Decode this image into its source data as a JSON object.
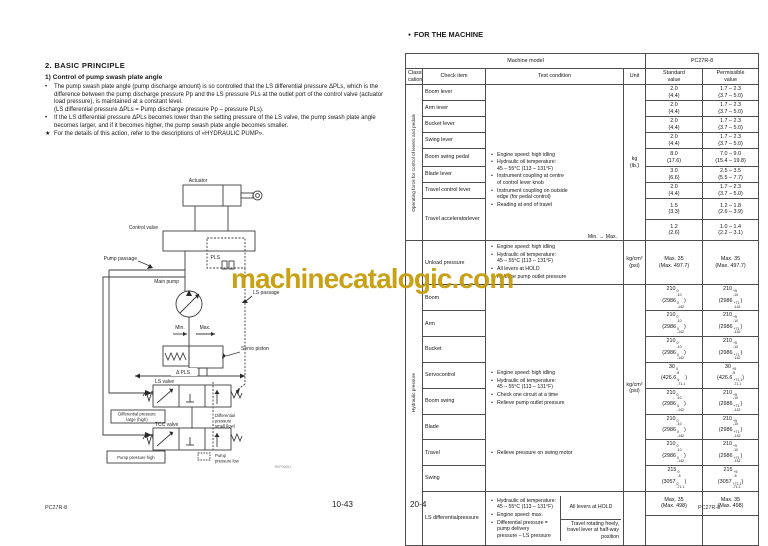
{
  "watermark": "machinecatalogic.com",
  "left_page": {
    "section_title": "2.  BASIC PRINCIPLE",
    "subsection_title": "1) Control of pump swash plate angle",
    "bullets": [
      {
        "marker": "•",
        "text": "The pump swash plate angle (pump discharge amount) is so controlled that the LS differential pressure ΔPLs, which is the difference between the pump discharge pressure Pp and the LS pressure PLs at the outlet port of the control valve (actuator load pressure), is maintained at a constant level.\n(LS differential pressure ΔPLs = Pump discharge pressure Pp – pressure PLs)."
      },
      {
        "marker": "•",
        "text": "If the LS differential pressure ΔPLs becomes lower than the setting pressure of the LS valve, the pump swash plate angle becomes larger, and if it becomes higher, the pump swash plate angle becomes smaller."
      },
      {
        "marker": "★",
        "text": "For the details of this action, refer to the descriptions of «HYDRAULIC PUMP»."
      }
    ],
    "diagram": {
      "actuator": "Actuator",
      "control_valve": "Control valve",
      "pump_passage": "Pump passage",
      "pls": "PLS",
      "main_pump": "Main pump",
      "ls_passage": "LS passage",
      "min": "Min.",
      "max": "Max.",
      "servo_piston": "Servo piston",
      "delta_pls": "Δ PLS",
      "ls_valve": "LS valve",
      "diff_large_1": "Differential pressure",
      "diff_large_2": "large (high)",
      "diff_small_1": "Differential",
      "diff_small_2": "pressure",
      "diff_small_3": "small (low)",
      "tcc_valve": "TCC valve",
      "pump_high": "Pump pressure high",
      "pump_low_1": "Pump",
      "pump_low_2": "pressure low",
      "fig_code": "RKP00651"
    },
    "footer_model": "PC27R-8",
    "footer_page": "10-43"
  },
  "right_page": {
    "heading_marker": "●",
    "heading": "FOR THE MACHINE",
    "footer_page": "20-4",
    "footer_model": "PC27R-8",
    "table": {
      "header_machine_model": "Machine model",
      "header_model_value": "PC27R-8",
      "col_headers": [
        "Classifi-\ncation",
        "Check item",
        "Test condition",
        "Unit",
        "Standard\nvalue",
        "Permissible\nvalue"
      ],
      "section1": {
        "classification": "Operating force for control of levers and pedals",
        "unit": "kg\n(lb.)",
        "conditions": [
          "Engine speed: high idling",
          "Hydraulic oil temperature:\n45 – 55°C (113 – 131°F)",
          "Instrument coupling at centre\nof control lever knob",
          "Instrument coupling on outside\nedge (for pedal control)",
          "Reading at end of travel"
        ],
        "rows": [
          {
            "item": "Boom lever",
            "std": "2.0\n(4.4)",
            "perm": "1.7 – 2.3\n(3.7 – 5.0)"
          },
          {
            "item": "Arm lever",
            "std": "2.0\n(4.4)",
            "perm": "1.7 – 2.3\n(3.7 – 5.0)"
          },
          {
            "item": "Bucket lever",
            "std": "2.0\n(4.4)",
            "perm": "1.7 – 2.3\n(3.7 – 5.0)"
          },
          {
            "item": "Swing lever",
            "std": "2.0\n(4.4)",
            "perm": "1.7 – 2.3\n(3.7 – 5.0)"
          },
          {
            "item": "Boom swing pedal",
            "std": "8.0\n(17.6)",
            "perm": "7.0 – 9.0\n(15.4 – 19.8)"
          },
          {
            "item": "Blade lever",
            "std": "3.0\n(6.6)",
            "perm": "2.5 – 3.5\n(5.5 – 7.7)"
          },
          {
            "item": "Travel control lever",
            "std": "2.0\n(4.4)",
            "perm": "1.7 – 2.3\n(3.7 – 5.0)"
          }
        ],
        "accel_row": {
          "item": "Travel accelerator\nlever",
          "sub": [
            {
              "cond": "Min. → Max.",
              "std": "1.5\n(3.3)",
              "perm": "1.2 – 1.8\n(2.6 – 3.9)"
            },
            {
              "cond": "Max. → Min.",
              "std": "1.2\n(2.6)",
              "perm": "1.0 – 1.4\n(2.2 – 3.1)"
            }
          ]
        }
      },
      "section2": {
        "classification": "Hydraulic pressure",
        "unit": "kg/cm²\n(psi)",
        "unload": {
          "item": "Unload pressure",
          "conditions": [
            "Engine speed: high idling",
            "Hydraulic oil temperature:\n45 – 55°C (113 – 131°F)",
            "All levers at HOLD",
            "Release pump outlet pressure"
          ],
          "std": "Max. 35\n(Max. 497.7)",
          "perm": "Max. 35\n(Max. 497.7)"
        },
        "relief_conditions": [
          "Engine speed: high idling",
          "Hydraulic oil temperature:\n45 – 55°C (113 – 131°F)",
          "Check one circuit at a time",
          "Relieve pump outlet pressure"
        ],
        "swing_condition": [
          "Relieve pressure on swing motor"
        ],
        "rows": [
          {
            "item": "Boom",
            "std": "210{0/-10}\n(2986{0/-142})",
            "perm": "210{+5/-10}\n(2986{+71/-142})"
          },
          {
            "item": "Arm",
            "std": "210{0/-10}\n(2986{0/-142})",
            "perm": "210{+5/-10}\n(2986{+71/-142})"
          },
          {
            "item": "Bucket",
            "std": "210{0/-10}\n(2986{0/-142})",
            "perm": "210{+5/-10}\n(2986{+71/-142})"
          },
          {
            "item": "Servocontrol",
            "std": "30{0/-5}\n(426.6{0/-71.1})",
            "perm": "30{+5/-5}\n(426.6{+71.1/-71.1})"
          },
          {
            "item": "Boom swing",
            "std": "210{0/-10}\n(2986{0/-142})",
            "perm": "210{+5/-10}\n(2986{+71/-142})"
          },
          {
            "item": "Blade",
            "std": "210{0/-10}\n(2986{0/-142})",
            "perm": "210{+5/-10}\n(2986{+71/-142})"
          },
          {
            "item": "Travel",
            "std": "210{0/-10}\n(2986{0/-142})",
            "perm": "210{+5/-10}\n(2986{+71/-142})"
          },
          {
            "item": "Swing",
            "std": "215{0/-5}\n(3057{0/-71.1})",
            "perm": "215{+5/-5}\n(3057{+71.1/-71.1})"
          }
        ]
      },
      "section3": {
        "item": "LS differential\npressure",
        "conditions": [
          "Hydraulic oil temperature:\n45 – 55°C (113 – 131°F)",
          "Engine speed: max.",
          "Differential pressure =\npump delivery\npressure – LS pressure"
        ],
        "sub": [
          {
            "cond": "All levers at HOLD",
            "std": "Max. 35\n(Max. 498)",
            "perm": "Max. 35\n(Max. 498)"
          },
          {
            "cond": "Travel rotating freely,\ntravel lever at half-way\nposition",
            "std": "",
            "perm": ""
          }
        ]
      }
    }
  }
}
